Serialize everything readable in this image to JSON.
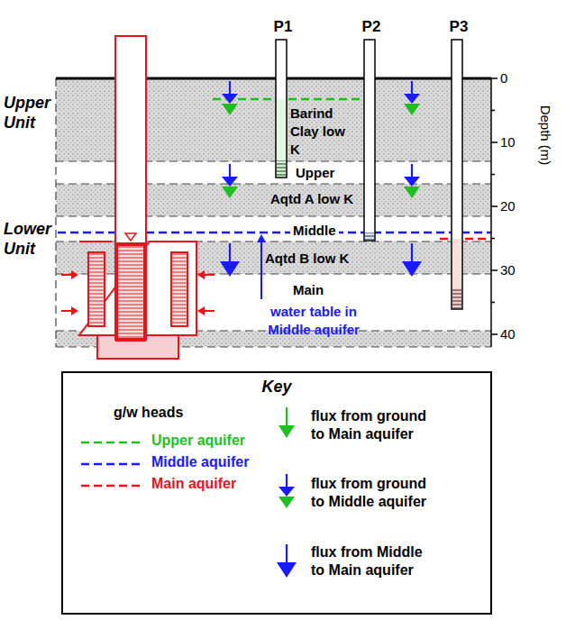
{
  "diagram": {
    "nodes": [
      {
        "text": [
          "Key"
        ]
      }
    ],
    "labels": [
      "P1",
      "P2",
      "P3",
      "0",
      "10",
      "20",
      "30",
      "40",
      "Depth (m)",
      "Upper Unit",
      "Lower Unit",
      "Barind Clay low K",
      "Upper",
      "Aqtd A low K",
      "Middle",
      "Aqtd B low K",
      "Main",
      "water table in Middle aquifer",
      "g/w heads"
    ],
    "legend": [
      {
        "text": "Upper aquifer"
      },
      {
        "text": "Middle aquifer"
      },
      {
        "text": "Main aquifer"
      },
      {
        "text": "flux from ground to Main aquifer"
      },
      {
        "text": "flux from ground to Middle aquifer"
      },
      {
        "text": "flux from Middle to Main aquifer"
      }
    ]
  }
}
